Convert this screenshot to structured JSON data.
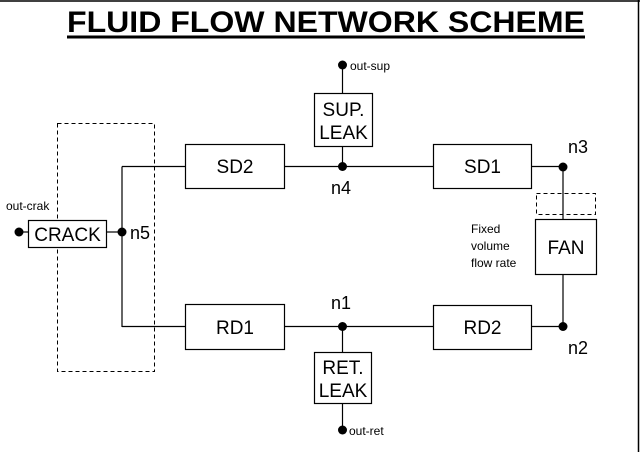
{
  "title": "FLUID FLOW NETWORK  SCHEME",
  "colors": {
    "background": "#ffffff",
    "stroke": "#000000"
  },
  "components": {
    "crack": "CRACK",
    "sd2": "SD2",
    "sd1": "SD1",
    "rd1": "RD1",
    "rd2": "RD2",
    "fan": "FAN",
    "sup_leak": [
      "SUP.",
      "LEAK"
    ],
    "ret_leak": [
      "RET.",
      "LEAK"
    ]
  },
  "nodes": {
    "n1": "n1",
    "n2": "n2",
    "n3": "n3",
    "n4": "n4",
    "n5": "n5"
  },
  "ports": {
    "out_crak": "out-crak",
    "out_sup": "out-sup",
    "out_ret": "out-ret"
  },
  "fan_note": [
    "Fixed",
    "volume",
    "flow rate"
  ],
  "connections": [
    [
      "out-crak",
      "CRACK"
    ],
    [
      "CRACK",
      "n5"
    ],
    [
      "n5",
      "SD2"
    ],
    [
      "SD2",
      "n4"
    ],
    [
      "n4",
      "SUP. LEAK"
    ],
    [
      "SUP. LEAK",
      "out-sup"
    ],
    [
      "n4",
      "SD1"
    ],
    [
      "SD1",
      "n3"
    ],
    [
      "n3",
      "FAN"
    ],
    [
      "FAN",
      "n2"
    ],
    [
      "n2",
      "RD2"
    ],
    [
      "RD2",
      "n1"
    ],
    [
      "n1",
      "RET. LEAK"
    ],
    [
      "RET. LEAK",
      "out-ret"
    ],
    [
      "n1",
      "RD1"
    ],
    [
      "RD1",
      "n5"
    ]
  ]
}
